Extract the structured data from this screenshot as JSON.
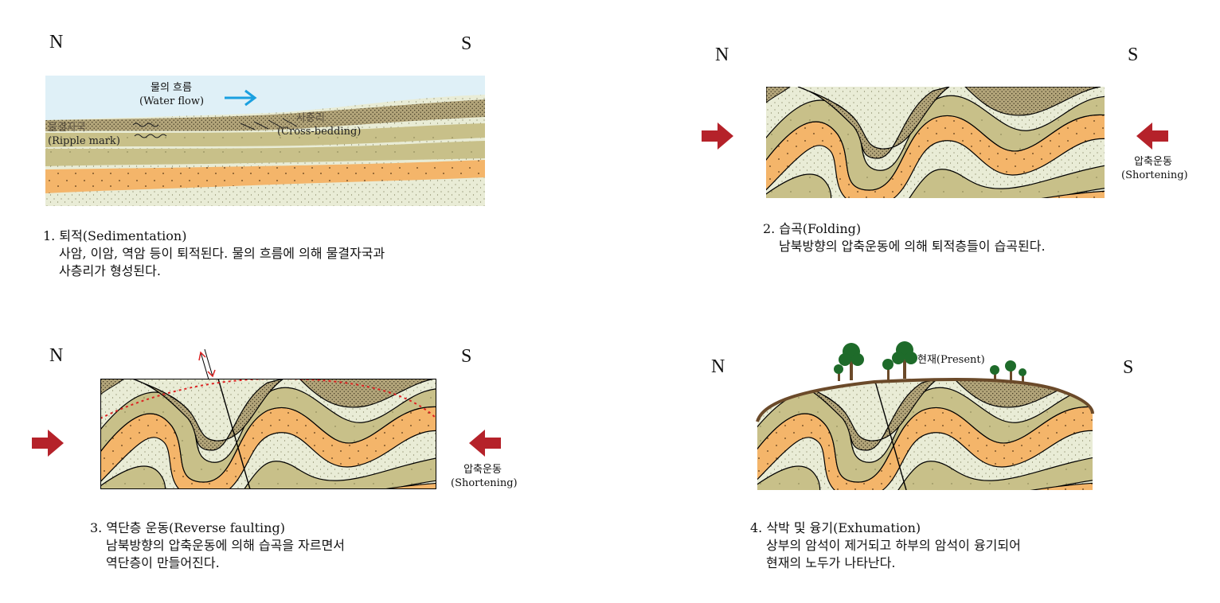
{
  "panels": [
    {
      "north": "N",
      "south": "S",
      "title": "1. 퇴적(Sedimentation)",
      "desc": [
        "사암, 이암, 역암 등이 퇴적된다. 물의 흐름에 의해 물결자국과",
        "사층리가 형성된다."
      ],
      "labels": {
        "water_flow_ko": "물의 흐름",
        "water_flow_en": "(Water flow)",
        "ripple_ko": "물결자국",
        "ripple_en": "(Ripple mark)",
        "cross_ko": "사층리",
        "cross_en": "(Cross-bedding)"
      }
    },
    {
      "north": "N",
      "south": "S",
      "title": "2. 습곡(Folding)",
      "desc": [
        "남북방향의 압축운동에 의해 퇴적층들이 습곡된다."
      ],
      "labels": {
        "shortening_ko": "압축운동",
        "shortening_en": "(Shortening)"
      }
    },
    {
      "north": "N",
      "south": "S",
      "title": "3. 역단층 운동(Reverse faulting)",
      "desc": [
        "남북방향의 압축운동에 의해 습곡을 자르면서",
        "역단층이 만들어진다."
      ],
      "labels": {
        "shortening_ko": "압축운동",
        "shortening_en": "(Shortening)"
      }
    },
    {
      "north": "N",
      "south": "S",
      "title": "4. 삭박 및 융기(Exhumation)",
      "desc": [
        "상부의 암석이 제거되고 하부의 암석이 융기되어",
        "현재의 노두가 나타난다."
      ],
      "labels": {
        "present": "현재(Present)"
      }
    }
  ],
  "colors": {
    "sand": "#e9ecd6",
    "olive": "#c8c089",
    "orange": "#f4b56a",
    "dark": "#9e916a",
    "arrow_red": "#b5222a",
    "water_arrow": "#1aa0e0",
    "sky": "#dff0f7",
    "tree": "#1e6b2a",
    "soil": "#6b4a2a"
  }
}
